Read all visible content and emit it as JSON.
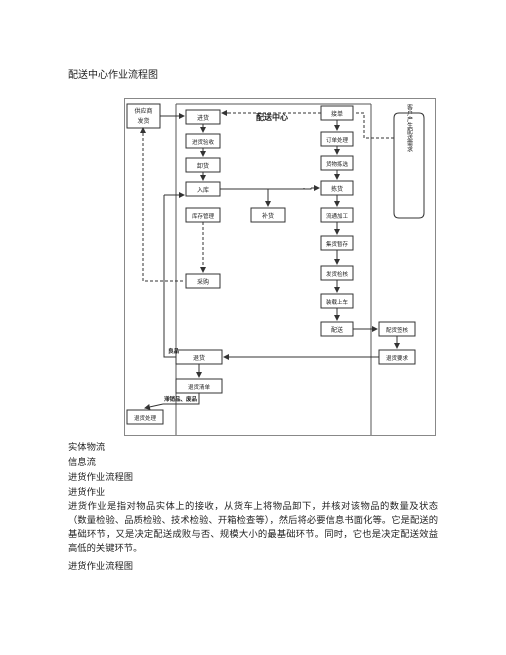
{
  "document": {
    "title": "配送中心作业流程图",
    "legend_physical": "实体物流",
    "legend_info": "信息流",
    "subtitle1": "进货作业流程图",
    "heading": "进货作业",
    "paragraph": "进货作业是指对物品实体上的接收，从货车上将物品卸下，并核对该物品的数量及状态（数量检验、品质检验、技术检验、开箱检查等），然后将必要信息书面化等。它是配送的基础环节，又是决定配送成败与否、规模大小的最基础环节。同时，它也是决定配送效益高低的关键环节。",
    "subtitle2": "进货作业流程图"
  },
  "diagram": {
    "center_title": "配送中心",
    "supplier": "供应商\n发货",
    "customer": "客户产生配送需求",
    "steps": {
      "receive": "进货",
      "inspect": "进货验收",
      "unload": "卸货",
      "store": "入库",
      "manage": "库存管理",
      "replenish": "补货",
      "purchase": "采购",
      "order": "接单",
      "order_proc": "订单处理",
      "select": "货物拣选",
      "pick": "拣货",
      "process": "流通加工",
      "sort": "集货暂存",
      "stage": "发货检核",
      "load": "装载上车",
      "deliver": "配送",
      "check": "配货签核",
      "return_req": "退货要求",
      "returns": "退货",
      "return_proc": "退货清单",
      "waste": "退货处理"
    },
    "labels": {
      "return_good": "良品",
      "defect": "滞销品、废品"
    }
  }
}
